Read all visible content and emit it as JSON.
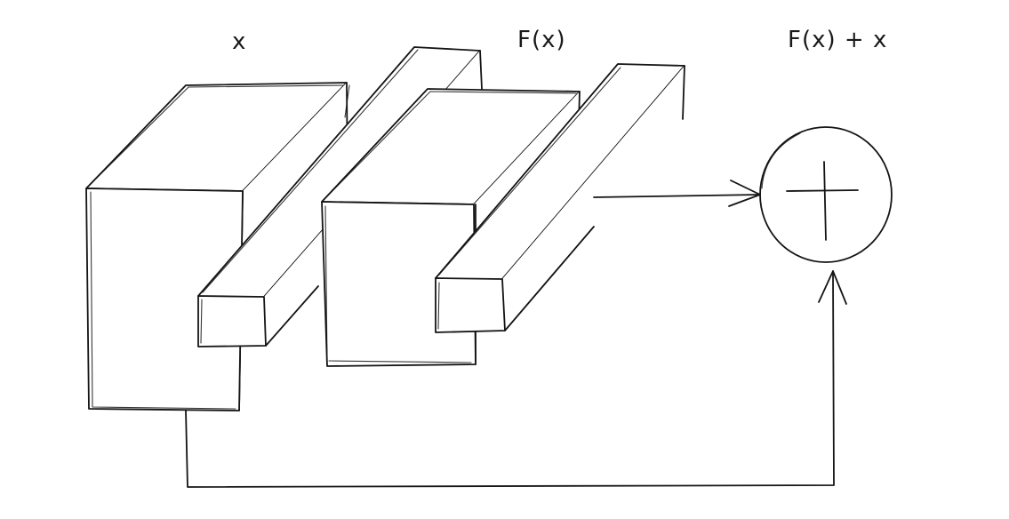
{
  "labels": {
    "input": "x",
    "residual": "F(x)",
    "output": "F(x) + x"
  },
  "operator": {
    "symbol": "+",
    "icon": "plus-circle-icon"
  },
  "colors": {
    "ink": "#141414",
    "background": "#ffffff"
  }
}
